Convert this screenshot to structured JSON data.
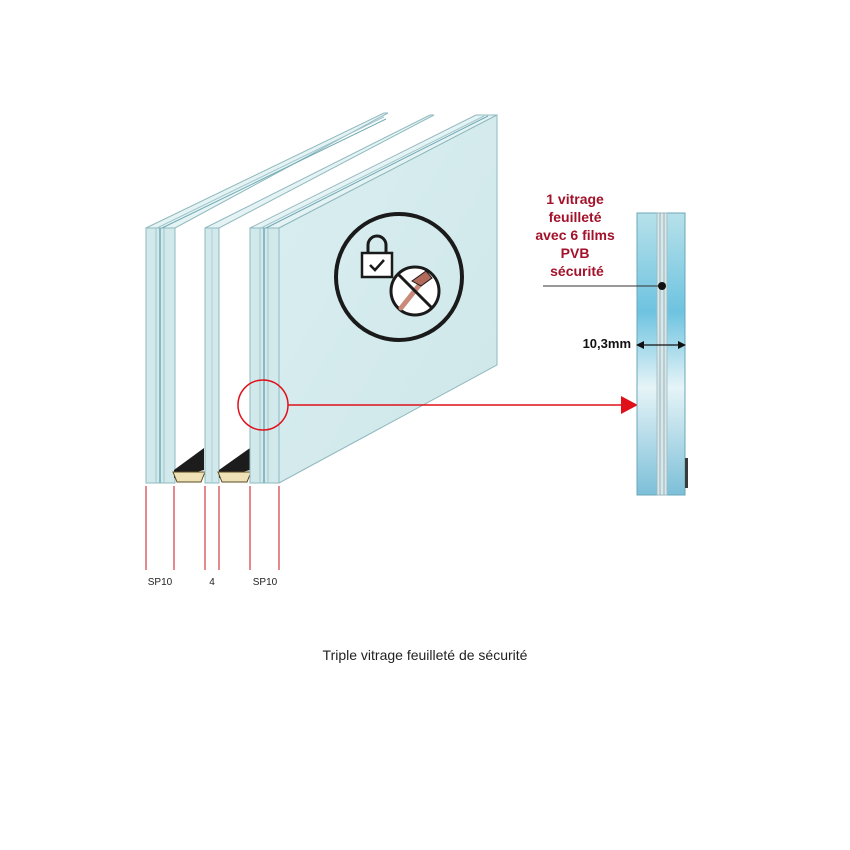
{
  "caption": "Triple vitrage feuilleté de sécurité",
  "callout": {
    "lines": [
      "1 vitrage",
      "feuilleté",
      "avec 6 films",
      "PVB",
      "sécurité"
    ]
  },
  "thickness_label": "10,3mm",
  "dimensions": {
    "left_pane": "SP10",
    "spacer": "4",
    "right_pane": "SP10"
  },
  "icons": {
    "badge": "security-badge-icon",
    "lock": "padlock-check-icon",
    "no_hammer": "no-hammer-icon"
  },
  "colors": {
    "glass_face": "#d6ecee",
    "glass_edge": "#a9cfd6",
    "accent_red": "#e0101a",
    "callout_text": "#a3112a",
    "spacer_fill": "#efe1b6"
  }
}
